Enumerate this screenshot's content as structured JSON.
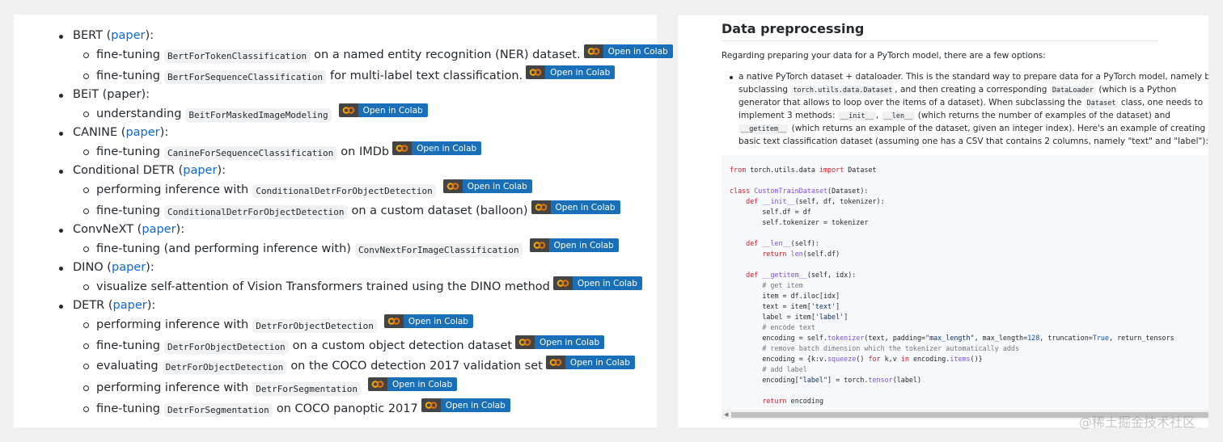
{
  "left": {
    "colab_label": "Open in Colab",
    "items": [
      {
        "name": "BERT",
        "paper": "paper"
      },
      {
        "name": "BEiT",
        "note": "(paper):"
      },
      {
        "name": "CANINE",
        "paper": "paper"
      },
      {
        "name": "Conditional DETR",
        "paper": "paper"
      },
      {
        "name": "ConvNeXT",
        "paper": "paper"
      },
      {
        "name": "DINO",
        "paper": "paper"
      },
      {
        "name": "DETR",
        "paper": "paper"
      }
    ],
    "subitems": [
      {
        "pre": "fine-tuning",
        "code": "BertForTokenClassification",
        "post": "on a named entity recognition (NER) dataset."
      },
      {
        "pre": "fine-tuning",
        "code": "BertForSequenceClassification",
        "post": "for multi-label text classification."
      },
      {
        "pre": "understanding",
        "code": "BeitForMaskedImageModeling",
        "post": ""
      },
      {
        "pre": "fine-tuning",
        "code": "CanineForSequenceClassification",
        "post": "on IMDb"
      },
      {
        "pre": "performing inference with",
        "code": "ConditionalDetrForObjectDetection",
        "post": ""
      },
      {
        "pre": "fine-tuning",
        "code": "ConditionalDetrForObjectDetection",
        "post": "on a custom dataset (balloon)"
      },
      {
        "pre": "fine-tuning (and performing inference with)",
        "code": "ConvNextForImageClassification",
        "post": ""
      },
      {
        "pre": "visualize self-attention of Vision Transformers trained using the DINO method",
        "code": "",
        "post": ""
      },
      {
        "pre": "performing inference with",
        "code": "DetrForObjectDetection",
        "post": ""
      },
      {
        "pre": "fine-tuning",
        "code": "DetrForObjectDetection",
        "post": "on a custom object detection dataset"
      },
      {
        "pre": "evaluating",
        "code": "DetrForObjectDetection",
        "post": "on the COCO detection 2017 validation set"
      },
      {
        "pre": "performing inference with",
        "code": "DetrForSegmentation",
        "post": ""
      },
      {
        "pre": "fine-tuning",
        "code": "DetrForSegmentation",
        "post": "on COCO panoptic 2017"
      }
    ]
  },
  "right": {
    "heading": "Data preprocessing",
    "intro": "Regarding preparing your data for a PyTorch model, there are a few options:",
    "bullet": {
      "l1": "a native PyTorch dataset + dataloader. This is the standard way to prepare data for a PyTorch model, namely by",
      "l2_a": "subclassing",
      "l2_code1": "torch.utils.data.Dataset",
      "l2_b": ", and then creating a corresponding",
      "l2_code2": "DataLoader",
      "l2_c": "(which is a Python",
      "l3_a": "generator that allows to loop over the items of a dataset). When subclassing the",
      "l3_code": "Dataset",
      "l3_b": "class, one needs to",
      "l4_a": "implement 3 methods:",
      "l4_code1": "__init__",
      "l4_sep": ",",
      "l4_code2": "__len__",
      "l4_b": "(which returns the number of examples of the dataset) and",
      "l5_code": "__getitem__",
      "l5_b": "(which returns an example of the dataset, given an integer index). Here's an example of creating a",
      "l6": "basic text classification dataset (assuming one has a CSV that contains 2 columns, namely \"text\" and \"label\"):"
    }
  },
  "watermark": "@稀土掘金技术社区"
}
